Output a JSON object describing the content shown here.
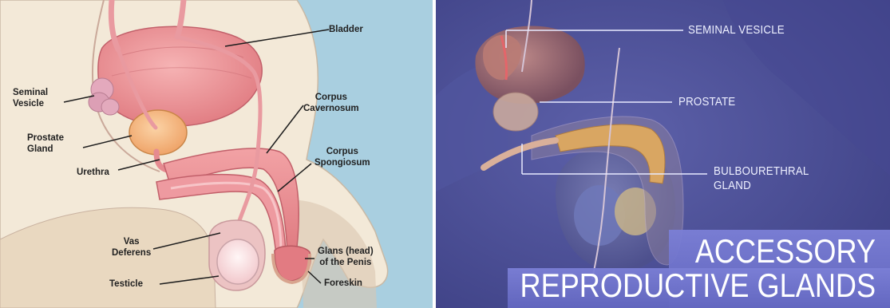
{
  "left_diagram": {
    "labels": {
      "bladder": "Bladder",
      "seminal_vesicle": "Seminal\nVesicle",
      "prostate_gland": "Prostate\nGland",
      "urethra": "Urethra",
      "corpus_cavernosum": "Corpus\nCavernosum",
      "corpus_spongiosum": "Corpus\nSpongiosum",
      "vas_deferens": "Vas\nDeferens",
      "testicle": "Testicle",
      "glans": "Glans (head)\nof the Penis",
      "foreskin": "Foreskin"
    }
  },
  "right_diagram": {
    "labels": {
      "seminal_vesicle": "SEMINAL VESICLE",
      "prostate": "PROSTATE",
      "bulbourethral_gland": "BULBOURETHRAL\nGLAND"
    },
    "title_line1": "ACCESSORY",
    "title_line2": "REPRODUCTIVE GLANDS"
  },
  "colors": {
    "left_background": "#a9cfe0",
    "skin": "#f3e9d8",
    "organ_pink": "#e98a8e",
    "prostate_orange": "#f2b27a",
    "right_background": "#4c4f96",
    "title_banner": "#6e72c8"
  }
}
